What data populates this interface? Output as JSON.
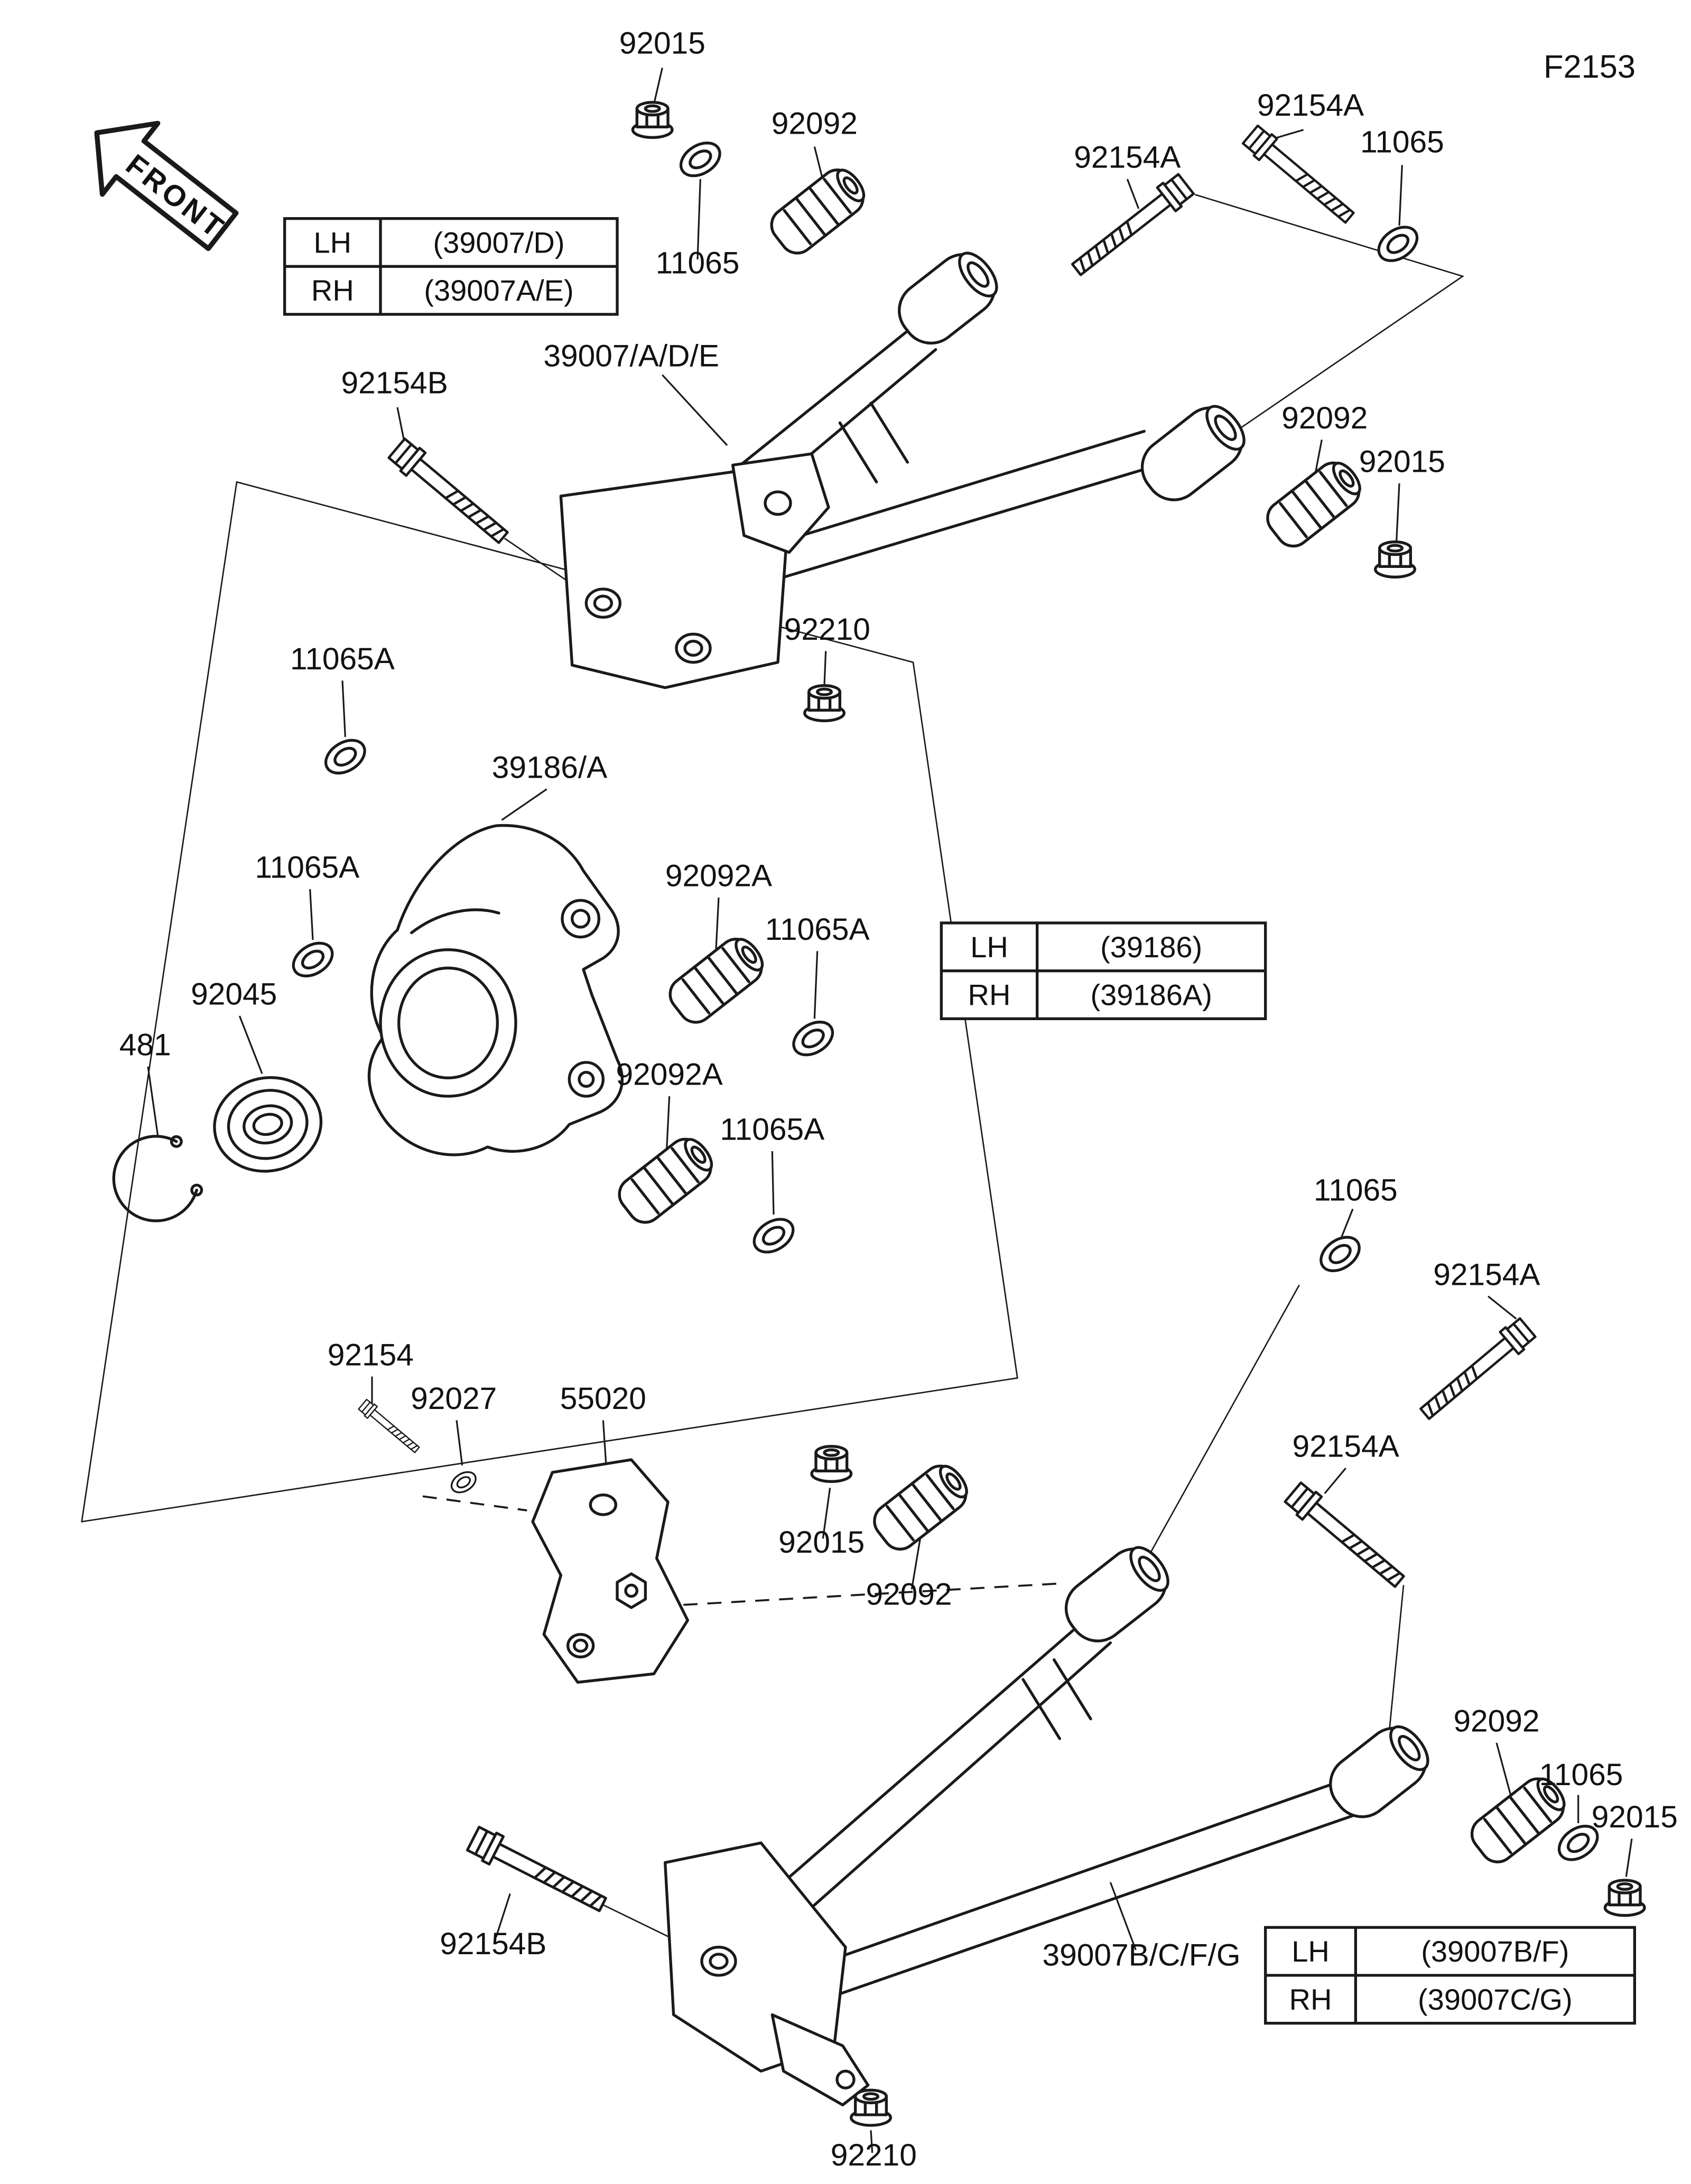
{
  "figure": {
    "code": "F2153"
  },
  "front_marker": {
    "label": "FRONT"
  },
  "tables": {
    "upper_arm": {
      "rows": [
        {
          "side": "LH",
          "value": "(39007/D)"
        },
        {
          "side": "RH",
          "value": "(39007A/E)"
        }
      ]
    },
    "knuckle": {
      "rows": [
        {
          "side": "LH",
          "value": "(39186)"
        },
        {
          "side": "RH",
          "value": "(39186A)"
        }
      ]
    },
    "lower_arm": {
      "rows": [
        {
          "side": "LH",
          "value": "(39007B/F)"
        },
        {
          "side": "RH",
          "value": "(39007C/G)"
        }
      ]
    }
  },
  "callouts": [
    {
      "part": "92015",
      "text": "92015"
    },
    {
      "part": "92092",
      "text": "92092"
    },
    {
      "part": "92154A",
      "text": "92154A"
    },
    {
      "part": "11065",
      "text": "11065"
    },
    {
      "part": "92154A",
      "text": "92154A"
    },
    {
      "part": "11065",
      "text": "11065"
    },
    {
      "part": "39007/A/D/E",
      "text": "39007/A/D/E"
    },
    {
      "part": "92154B",
      "text": "92154B"
    },
    {
      "part": "92092",
      "text": "92092"
    },
    {
      "part": "92015",
      "text": "92015"
    },
    {
      "part": "92210",
      "text": "92210"
    },
    {
      "part": "11065A",
      "text": "11065A"
    },
    {
      "part": "39186/A",
      "text": "39186/A"
    },
    {
      "part": "11065A",
      "text": "11065A"
    },
    {
      "part": "92092A",
      "text": "92092A"
    },
    {
      "part": "11065A",
      "text": "11065A"
    },
    {
      "part": "92045",
      "text": "92045"
    },
    {
      "part": "481",
      "text": "481"
    },
    {
      "part": "92092A",
      "text": "92092A"
    },
    {
      "part": "11065A",
      "text": "11065A"
    },
    {
      "part": "11065",
      "text": "11065"
    },
    {
      "part": "92154A",
      "text": "92154A"
    },
    {
      "part": "92154",
      "text": "92154"
    },
    {
      "part": "92027",
      "text": "92027"
    },
    {
      "part": "55020",
      "text": "55020"
    },
    {
      "part": "92015",
      "text": "92015"
    },
    {
      "part": "92092",
      "text": "92092"
    },
    {
      "part": "92154A",
      "text": "92154A"
    },
    {
      "part": "92092",
      "text": "92092"
    },
    {
      "part": "11065",
      "text": "11065"
    },
    {
      "part": "92015",
      "text": "92015"
    },
    {
      "part": "92154B",
      "text": "92154B"
    },
    {
      "part": "39007B/C/F/G",
      "text": "39007B/C/F/G"
    },
    {
      "part": "92210",
      "text": "92210"
    }
  ]
}
